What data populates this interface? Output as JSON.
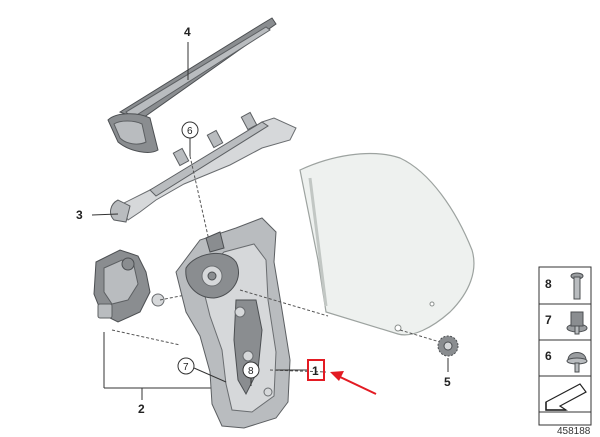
{
  "diagram": {
    "callouts": {
      "part_1": "1",
      "part_2": "2",
      "part_3": "3",
      "part_4": "4",
      "part_5": "5",
      "circled_6": "6",
      "circled_7": "7",
      "circled_8": "8"
    },
    "legend": {
      "items": [
        {
          "num": "8",
          "icon": "screw-bolt-icon"
        },
        {
          "num": "7",
          "icon": "collar-nut-icon"
        },
        {
          "num": "6",
          "icon": "flange-screw-icon"
        }
      ],
      "view_icon": "view-direction-arrow-icon"
    },
    "reference_number": "458188",
    "highlight": {
      "target": "1",
      "box_color": "#e31b23",
      "arrow_color": "#e31b23"
    }
  }
}
